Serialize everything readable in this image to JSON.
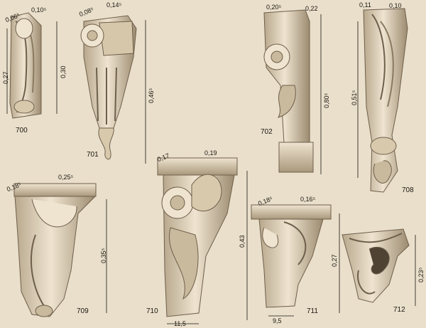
{
  "catalog": {
    "items": [
      {
        "number": "700",
        "dims": [
          "0,06⁵",
          "0,10⁵",
          "0,27",
          "0,30"
        ]
      },
      {
        "number": "701",
        "dims": [
          "0,08⁵",
          "0,14⁵",
          "0,46⁵"
        ]
      },
      {
        "number": "702",
        "dims": [
          "0,20⁵",
          "0,22",
          "0,80⁵"
        ]
      },
      {
        "number": "708",
        "dims": [
          "0,11",
          "0,10",
          "0,51⁵"
        ]
      },
      {
        "number": "709",
        "dims": [
          "0,18⁵",
          "0,25⁵",
          "0,35⁵"
        ]
      },
      {
        "number": "710",
        "dims": [
          "0,17",
          "0,19",
          "0,43",
          "11,5"
        ]
      },
      {
        "number": "711",
        "dims": [
          "0,18⁵",
          "0,16⁵",
          "0,27",
          "9,5"
        ]
      },
      {
        "number": "712",
        "dims": [
          "0,23⁵"
        ]
      }
    ]
  },
  "colors": {
    "paper": "#e9dfcb",
    "stone_light": "#efe4d0",
    "stone_mid": "#c9b99d",
    "stone_dark": "#6e5f4b",
    "ink": "#1b1610"
  }
}
